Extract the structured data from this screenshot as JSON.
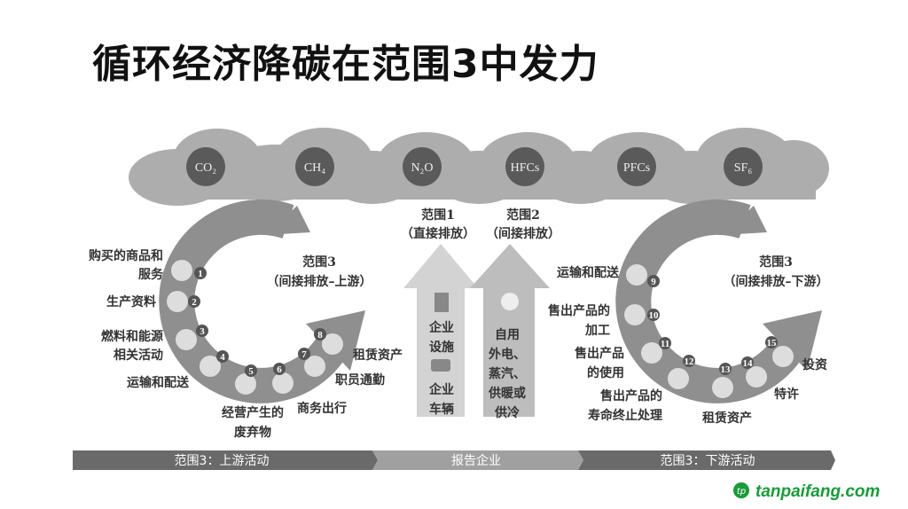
{
  "title": "循环经济降碳在范围3中发力",
  "gases": [
    "CO₂",
    "CH₄",
    "N₂O",
    "HFCs",
    "PFCs",
    "SF₆"
  ],
  "upstream": {
    "heading": "范围3",
    "sub": "（间接排放–上游）",
    "items": [
      [
        "购买的商品和",
        "服务"
      ],
      [
        "生产资料"
      ],
      [
        "燃料和能源",
        "相关活动"
      ],
      [
        "运输和配送"
      ],
      [
        "经营产生的",
        "废弃物"
      ],
      [
        "商务出行"
      ],
      [
        "职员通勤"
      ],
      [
        "租赁资产"
      ]
    ]
  },
  "scope1": {
    "heading": "范围1",
    "sub": "（直接排放）",
    "facility": [
      "企业",
      "设施"
    ],
    "vehicle": [
      "企业",
      "车辆"
    ]
  },
  "scope2": {
    "heading": "范围2",
    "sub": "（间接排放）",
    "text": [
      "自用",
      "外电、",
      "蒸汽、",
      "供暖或",
      "供冷"
    ]
  },
  "downstream": {
    "heading": "范围3",
    "sub": "（间接排放–下游）",
    "items": [
      [
        "运输和配送"
      ],
      [
        "售出产品的",
        "加工"
      ],
      [
        "售出产品",
        "的使用"
      ],
      [
        "售出产品的",
        "寿命终止处理"
      ],
      [
        "租赁资产"
      ],
      [
        "特许"
      ],
      [
        "投资"
      ]
    ]
  },
  "numbers": [
    "1",
    "2",
    "3",
    "4",
    "5",
    "6",
    "7",
    "8",
    "9",
    "10",
    "11",
    "12",
    "13",
    "14",
    "15"
  ],
  "bar": {
    "left": "范围3：上游活动",
    "middle": "报告企业",
    "right": "范围3：下游活动"
  },
  "watermark": "tanpaifang.com",
  "colors": {
    "cloud": "#a9a9a9",
    "gas": "#5a5a5a",
    "arc": "#8f8f8f",
    "bar": "#6a6a6a",
    "watermark": "#1a9a3a"
  }
}
